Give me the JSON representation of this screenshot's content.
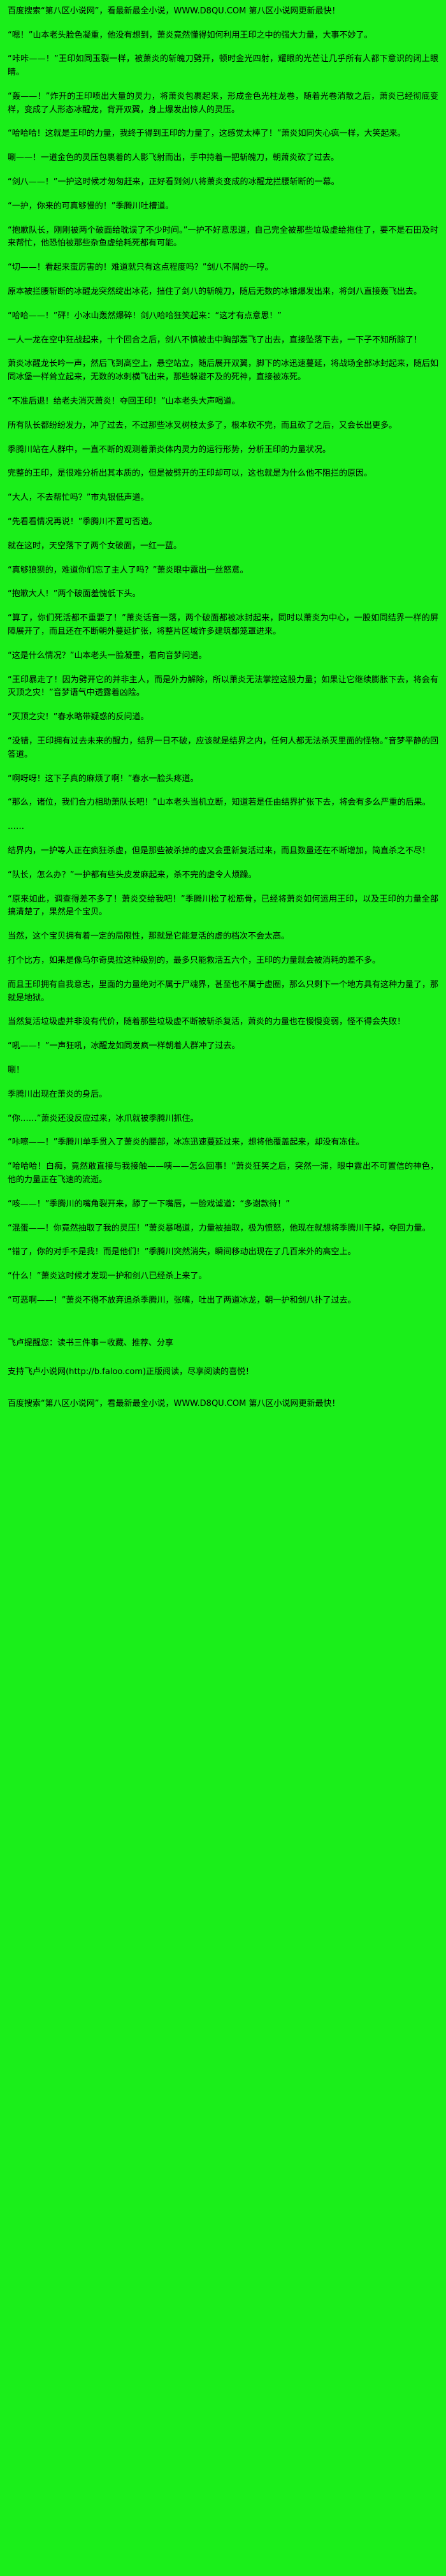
{
  "colors": {
    "background": "#1aef1a",
    "text": "#000000"
  },
  "header": {
    "promo": "百度搜索“第八区小说网”，看最新最全小说，WWW.D8QU.COM 第八区小说网更新最快！"
  },
  "paragraphs": [
    "“嗯！”山本老头脸色凝重，他没有想到，萧炎竟然懂得如何利用王印之中的强大力量，大事不妙了。",
    "“咔咔——！”王印如同玉裂一样，被萧炎的斩魄刀劈开，顿时金光四射，耀眼的光芒让几乎所有人都下意识的闭上眼睛。",
    "“轰——！”炸开的王印喷出大量的灵力，将萧炎包裹起来，形成金色光柱龙卷，随着光卷消散之后，萧炎已经彻底变样，变成了人形态冰醒龙，背开双翼，身上爆发出惊人的灵压。",
    "“哈哈哈！这就是王印的力量，我终于得到王印的力量了，这感觉太棒了！”萧炎如同失心疯一样，大笑起来。",
    "唰——！一道金色的灵压包裹着的人影飞射而出，手中持着一把斩魄刀，朝萧炎砍了过去。",
    "“剑八——！”一护这时候才匆匆赶来，正好看到剑八将萧炎变成的冰醒龙拦腰斩断的一幕。",
    "“一护，你来的可真够慢的！”季腾川吐槽道。",
    "“抱歉队长，刚刚被两个破面给耽误了不少时间。”一护不好意思道，自己完全被那些垃圾虚给拖住了，要不是石田及时来帮忙，他恐怕被那些杂鱼虚给耗死都有可能。",
    "“切——！看起来蛮厉害的！难道就只有这点程度吗？”剑八不屑的一哼。",
    "原本被拦腰斩断的冰醒龙突然绽出冰花，挡住了剑八的斩魄刀，随后无数的冰锥爆发出来，将剑八直接轰飞出去。",
    "“哈哈——！”砰！小冰山轰然爆碎！剑八哈哈狂笑起来：“这才有点意思！”",
    "一人一龙在空中狂战起来，十个回合之后，剑八不慎被击中胸部轰飞了出去，直接坠落下去，一下子不知所踪了！",
    "萧炎冰醒龙长吟一声，然后飞到高空上，悬空站立，随后展开双翼，脚下的冰迅速蔓延，将战场全部冰封起来，随后如同冰堡一样耸立起来，无数的冰刺横飞出来，那些躲避不及的死神，直接被冻死。",
    "“不准后退！给老夫消灭萧炎！夺回王印！”山本老头大声喝道。",
    "所有队长都纷纷发力，冲了过去，不过那些冰叉树枝太多了，根本砍不完，而且砍了之后，又会长出更多。",
    "季腾川站在人群中，一直不断的观测着萧炎体内灵力的运行形势，分析王印的力量状况。",
    "完整的王印，是很难分析出其本质的，但是被劈开的王印却可以，这也就是为什么他不阻拦的原因。",
    "“大人，不去帮忙吗？”市丸银低声道。",
    "“先看看情况再说！”季腾川不置可否道。",
    "就在这时，天空落下了两个女破面，一红一蓝。",
    "“真够狼狈的，难道你们忘了主人了吗？”萧炎眼中露出一丝怒意。",
    "“抱歉大人！”两个破面羞愧低下头。",
    "“算了，你们死活都不重要了！”萧炎话音一落，两个破面都被冰封起来，同时以萧炎为中心，一股如同结界一样的屏障展开了，而且还在不断朝外蔓延扩张，将整片区域许多建筑都笼罩进来。",
    "“这是什么情况？”山本老头一脸凝重，看向音梦问道。",
    "“王印暴走了！因为劈开它的并非主人，而是外力解除，所以萧炎无法掌控这股力量；如果让它继续膨胀下去，将会有灭顶之灾！”音梦语气中透露着凶险。",
    "“灭顶之灾！”春水略带疑惑的反问道。",
    "“没错，王印拥有过去未来的醒力，结界一日不破，应该就是结界之内，任何人都无法杀灭里面的怪物。”音梦平静的回答道。",
    "“啊呀呀！这下子真的麻烦了啊！”春水一脸头疼道。",
    "“那么，诸位，我们合力相助萧队长吧！”山本老头当机立断，知道若是任由结界扩张下去，将会有多么严重的后果。",
    "……",
    "结界内，一护等人正在疯狂杀虚，但是那些被杀掉的虚又会重新复活过来，而且数量还在不断增加，简直杀之不尽！",
    "“队长，怎么办？”一护都有些头皮发麻起来，杀不完的虚令人烦躁。",
    "“原来如此，调查得差不多了！萧炎交给我吧！”季腾川松了松筋骨，已经将萧炎如何运用王印，以及王印的力量全部搞清楚了，果然是个宝贝。",
    "当然，这个宝贝拥有着一定的局限性，那就是它能复活的虚的档次不会太高。",
    "打个比方，如果是像乌尔奇奥拉这种级别的，最多只能救活五六个，王印的力量就会被消耗的差不多。",
    "而且王印拥有自我意志，里面的力量绝对不属于尸魂界，甚至也不属于虚圈，那么只剩下一个地方具有这种力量了，那就是地狱。",
    "当然复活垃圾虚并非没有代价，随着那些垃圾虚不断被斩杀复活，萧炎的力量也在慢慢变弱，怪不得会失败！",
    "“吼——！”一声狂吼，冰醒龙如同发疯一样朝着人群冲了过去。",
    "唰！",
    "季腾川出现在萧炎的身后。",
    "“你……”萧炎还没反应过来，冰爪就被季腾川抓住。",
    "“咔嚓——！”季腾川单手贯入了萧炎的腰部，冰冻迅速蔓延过来，想将他覆盖起来，却没有冻住。",
    "“哈哈哈！白痴，竟然敢直接与我接触——咦——怎么回事！”萧炎狂笑之后，突然一滞，眼中露出不可置信的神色，他的力量正在飞速的流逝。",
    "“咳——！”季腾川的嘴角裂开来，舔了一下嘴唇，一脸戏谑道：“多谢款待！”",
    "“混蛋——！你竟然抽取了我的灵压！”萧炎暴喝道，力量被抽取，极为愤怒，他现在就想将季腾川干掉，夺回力量。",
    "“错了，你的对手不是我！而是他们！”季腾川突然消失，瞬间移动出现在了几百米外的高空上。",
    "“什么！”萧炎这时候才发现一护和剑八已经杀上来了。",
    "“可恶啊——！”萧炎不得不放弃追杀季腾川，张嘴，吐出了两道冰龙，朝一护和剑八扑了过去。"
  ],
  "footer": {
    "reminder": "飞卢提醒您：读书三件事－收藏、推荐、分享",
    "support_prefix": "支持飞卢小说网(",
    "support_url": "http://b.faloo.com",
    "support_suffix": ")正版阅读，尽享阅读的喜悦！",
    "promo": "百度搜索“第八区小说网”，看最新最全小说，WWW.D8QU.COM 第八区小说网更新最快！"
  }
}
